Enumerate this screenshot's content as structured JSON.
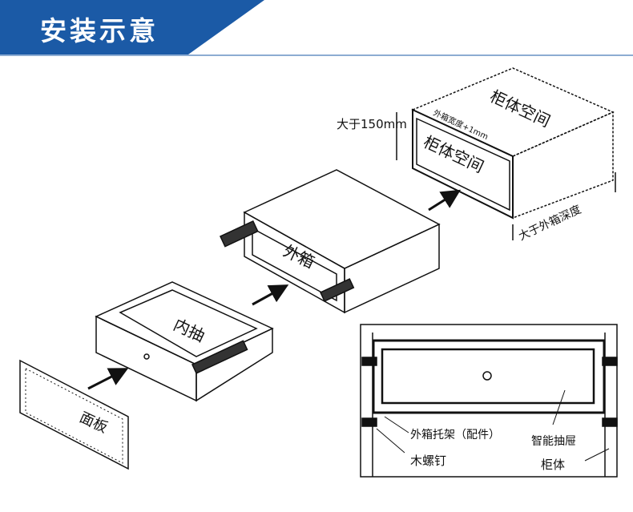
{
  "header": {
    "title": "安装示意",
    "color": "#1b5aa6"
  },
  "labels": {
    "cabinet_space_top": "柜体空间",
    "cabinet_space_front": "柜体空间",
    "height_req": "大于150mm",
    "width_req": "外箱宽度+1mm",
    "depth_req": "大于外箱深度",
    "outer_box": "外箱",
    "inner_drawer": "内抽",
    "panel": "面板",
    "bracket": "外箱托架（配件）",
    "wood_screw": "木螺钉",
    "smart_drawer": "智能抽屉",
    "cabinet": "柜体"
  }
}
